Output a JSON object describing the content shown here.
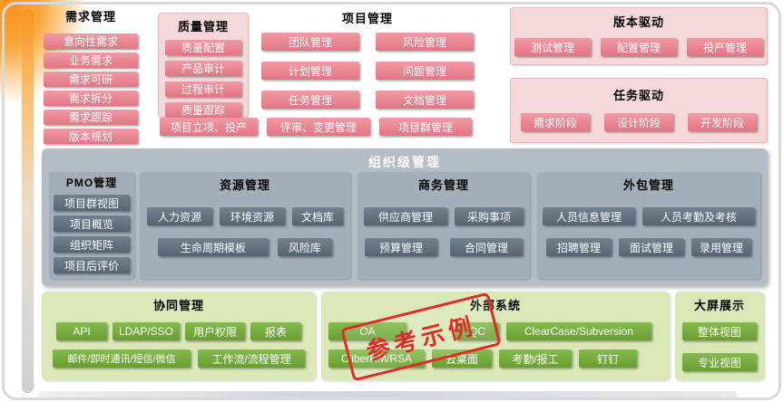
{
  "diagram": {
    "requirements": {
      "title": "需求管理",
      "items": [
        "意向性需求",
        "业务需求",
        "需求可研",
        "需求拆分",
        "需求跟踪",
        "版本规划"
      ]
    },
    "quality": {
      "title": "质量管理",
      "items": [
        "质量配置",
        "产品审计",
        "过程审计",
        "质量跟踪"
      ]
    },
    "project": {
      "title": "项目管理",
      "col1": [
        "团队管理",
        "计划管理",
        "任务管理"
      ],
      "col2": [
        "风险管理",
        "问题管理",
        "文档管理"
      ],
      "bottom": [
        "项目立项、投产",
        "评审、变更管理",
        "项目群管理"
      ]
    },
    "version_driven": {
      "title": "版本驱动",
      "items": [
        "测试管理",
        "配置管理",
        "投产管理"
      ]
    },
    "task_driven": {
      "title": "任务驱动",
      "items": [
        "需求阶段",
        "设计阶段",
        "开发阶段"
      ]
    },
    "organization": {
      "title": "组织级管理",
      "pmo": {
        "title": "PMO管理",
        "items": [
          "项目群视图",
          "项目概览",
          "组织矩阵",
          "项目后评价"
        ]
      },
      "resource": {
        "title": "资源管理",
        "row1": [
          "人力资源",
          "环境资源",
          "文档库"
        ],
        "row2": [
          "生命周期模板",
          "风险库"
        ]
      },
      "business": {
        "title": "商务管理",
        "row1": [
          "供应商管理",
          "采购事项"
        ],
        "row2": [
          "预算管理",
          "合同管理"
        ]
      },
      "outsourcing": {
        "title": "外包管理",
        "row1": [
          "人员信息管理",
          "人员考勤及考核"
        ],
        "row2": [
          "招聘管理",
          "面试管理",
          "录用管理"
        ]
      }
    },
    "collaboration": {
      "title": "协同管理",
      "row1": [
        "API",
        "LDAP/SSO",
        "用户权限",
        "报表"
      ],
      "row2": [
        "邮件/即时通讯/短信/微信",
        "工作流/流程管理"
      ]
    },
    "external": {
      "title": "外部系统",
      "row1": [
        "OA",
        "QC",
        "ClearCase/Subversion"
      ],
      "row2": [
        "CliberRM/RSA",
        "云桌面",
        "考勤/报工",
        "钉钉"
      ]
    },
    "display": {
      "title": "大屏展示",
      "items": [
        "整体视图",
        "专业视图"
      ]
    },
    "stamp": "参考示例"
  },
  "colors": {
    "pink_box": "#e5808d",
    "pink_panel": "#f5d8da",
    "gray_box": "#5f6e7d",
    "gray_panel": "#b4bcc5",
    "gray_subpanel": "#a4aeb9",
    "green_box": "#74ae3c",
    "green_panel": "#d9e8b6",
    "stamp_red": "#e02b2b",
    "accent_orange": "#f7941d"
  }
}
